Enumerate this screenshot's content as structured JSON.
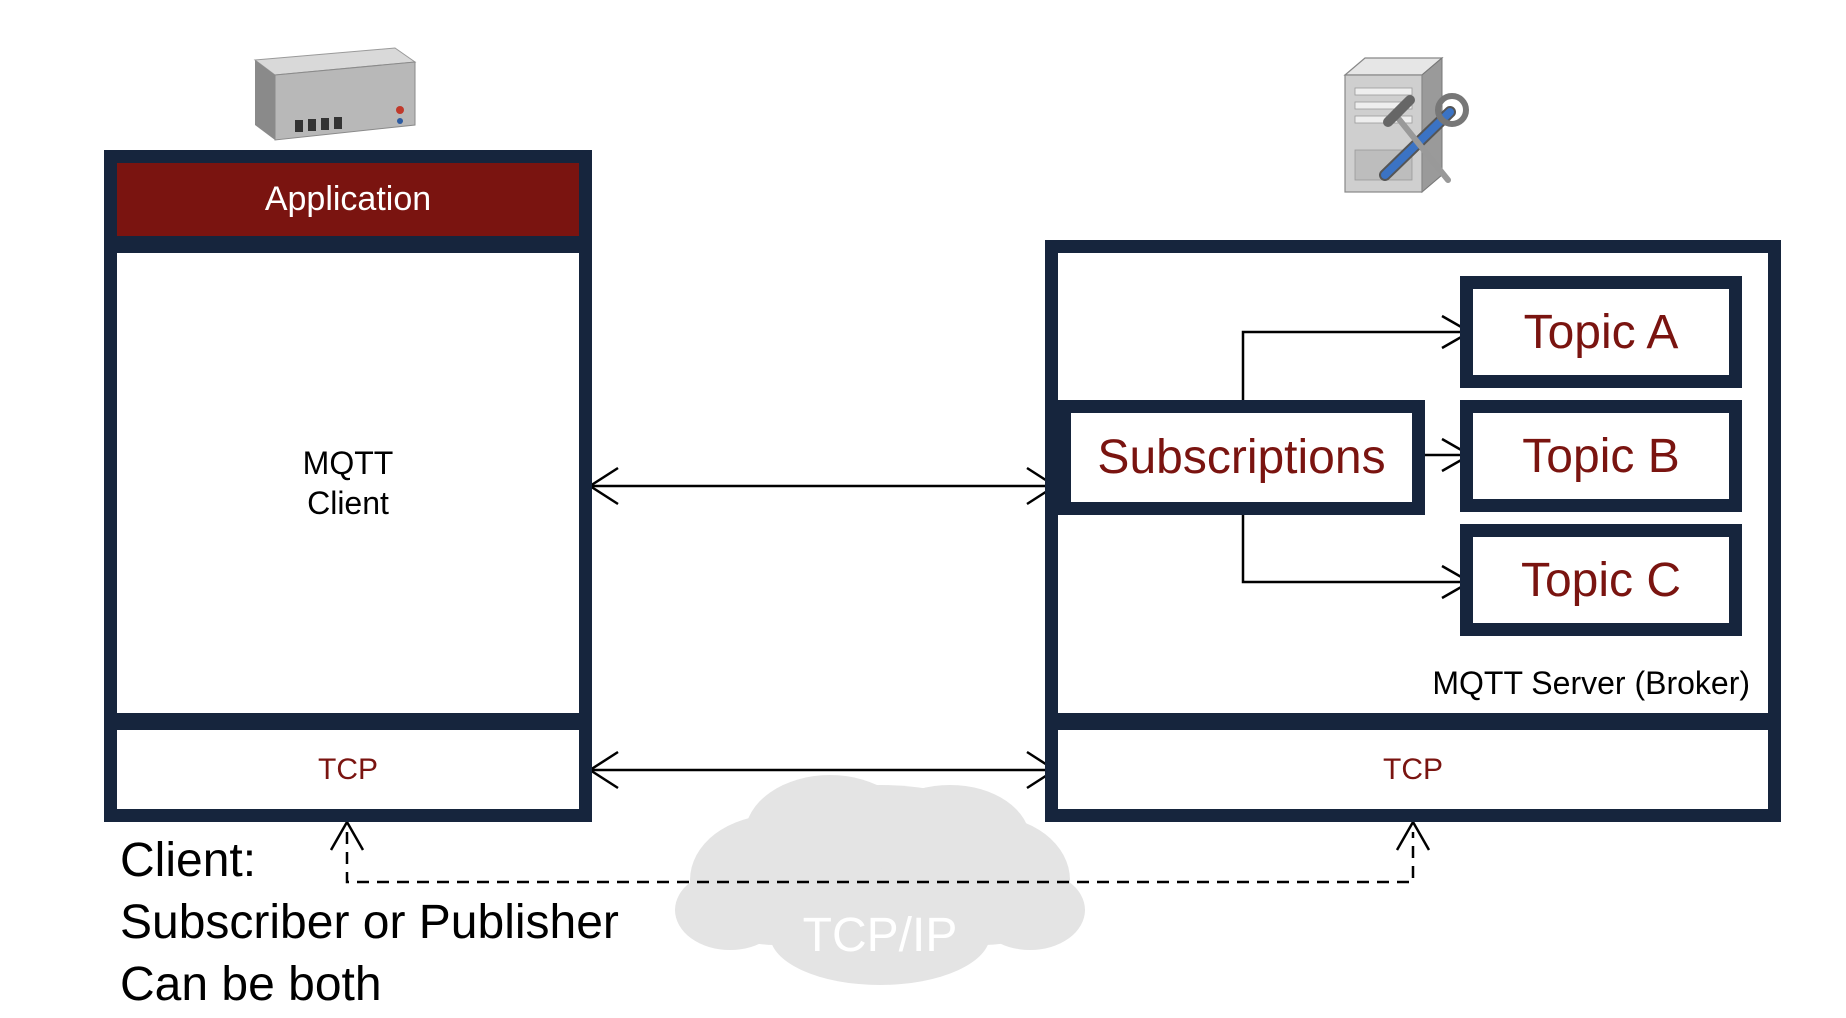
{
  "client": {
    "application_label": "Application",
    "mqtt_client_line1": "MQTT",
    "mqtt_client_line2": "Client",
    "tcp_label": "TCP",
    "icon": "client-computer-icon"
  },
  "broker": {
    "subscriptions_label": "Subscriptions",
    "topics": [
      "Topic A",
      "Topic B",
      "Topic C"
    ],
    "server_label": "MQTT Server (Broker)",
    "tcp_label": "TCP",
    "icon": "server-tools-icon"
  },
  "network": {
    "cloud_label": "TCP/IP"
  },
  "caption": {
    "line1": "Client:",
    "line2": "Subscriber or Publisher",
    "line3": "Can be both"
  },
  "colors": {
    "navy": "#16253d",
    "maroon": "#7a1410",
    "cloud": "#e3e3e3"
  }
}
